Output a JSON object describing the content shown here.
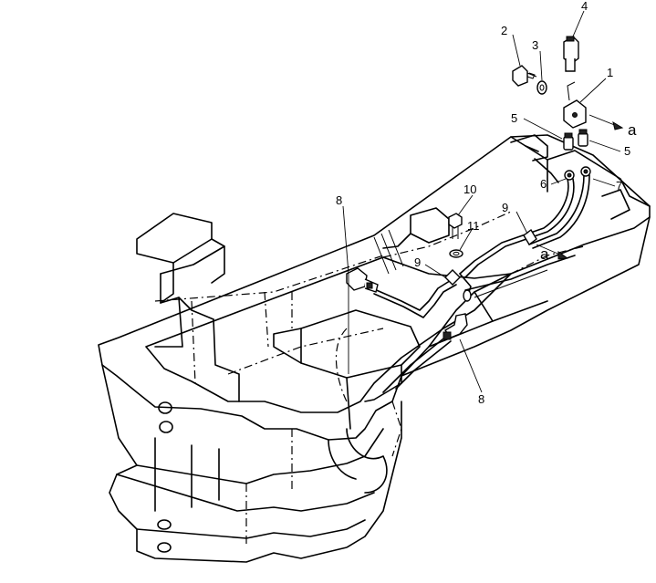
{
  "callouts": {
    "c1": "1",
    "c2": "2",
    "c3": "3",
    "c4": "4",
    "c5a": "5",
    "c5b": "5",
    "c6": "6",
    "c7": "7",
    "c8a": "8",
    "c8b": "8",
    "c9a": "9",
    "c9b": "9",
    "c10": "10",
    "c11": "11",
    "ref_a_top": "a",
    "ref_a_mid": "a"
  }
}
